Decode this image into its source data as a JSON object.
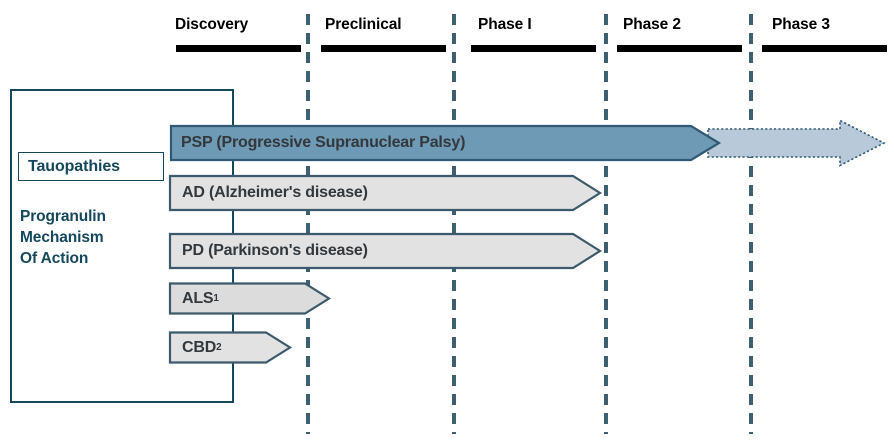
{
  "chart_data": {
    "type": "table",
    "title": "",
    "chart_kind": "clinical-development-pipeline",
    "stage_axis": [
      "Discovery",
      "Preclinical",
      "Phase I",
      "Phase 2",
      "Phase 3"
    ],
    "group_label": "Tauopathies",
    "mechanism_label": "Progranulin Mechanism Of Action",
    "programs": [
      {
        "name": "PSP (Progressive Supranuclear Palsy)",
        "highlight": true,
        "progress_stage": "Phase 2",
        "extends_to": "Phase 3"
      },
      {
        "name": "AD (Alzheimer's disease)",
        "highlight": false,
        "progress_stage": "Phase I"
      },
      {
        "name": "PD (Parkinson's disease)",
        "highlight": false,
        "progress_stage": "Phase I"
      },
      {
        "name": "ALS",
        "footnote": "1",
        "highlight": false,
        "progress_stage": "Discovery"
      },
      {
        "name": "CBD",
        "footnote": "2",
        "highlight": false,
        "progress_stage": "Discovery"
      }
    ]
  },
  "header": {
    "phases": [
      {
        "label": "Discovery"
      },
      {
        "label": "Preclinical"
      },
      {
        "label": "Phase I"
      },
      {
        "label": "Phase 2"
      },
      {
        "label": "Phase 3"
      }
    ]
  },
  "sidebar": {
    "group_box_label": "Tauopathies",
    "mechanism_line1": "Progranulin",
    "mechanism_line2": "Mechanism",
    "mechanism_line3": "Of Action"
  },
  "rows": {
    "psp": {
      "label": "PSP (Progressive Supranuclear Palsy)"
    },
    "ad": {
      "label": "AD (Alzheimer's disease)"
    },
    "pd": {
      "label": "PD (Parkinson's disease)"
    },
    "als": {
      "label": "ALS",
      "footnote": "1"
    },
    "cbd": {
      "label": "CBD",
      "footnote": "2"
    }
  },
  "colors": {
    "accent_dark": "#14485c",
    "psp_fill": "#6e9ab5",
    "psp_border": "#2f5a73",
    "psp_extension_fill": "#b8cad9",
    "grey_fill": "#e2e2e2",
    "grey_border": "#3c5a6b",
    "divider": "#3d6070",
    "rule": "#000000"
  }
}
